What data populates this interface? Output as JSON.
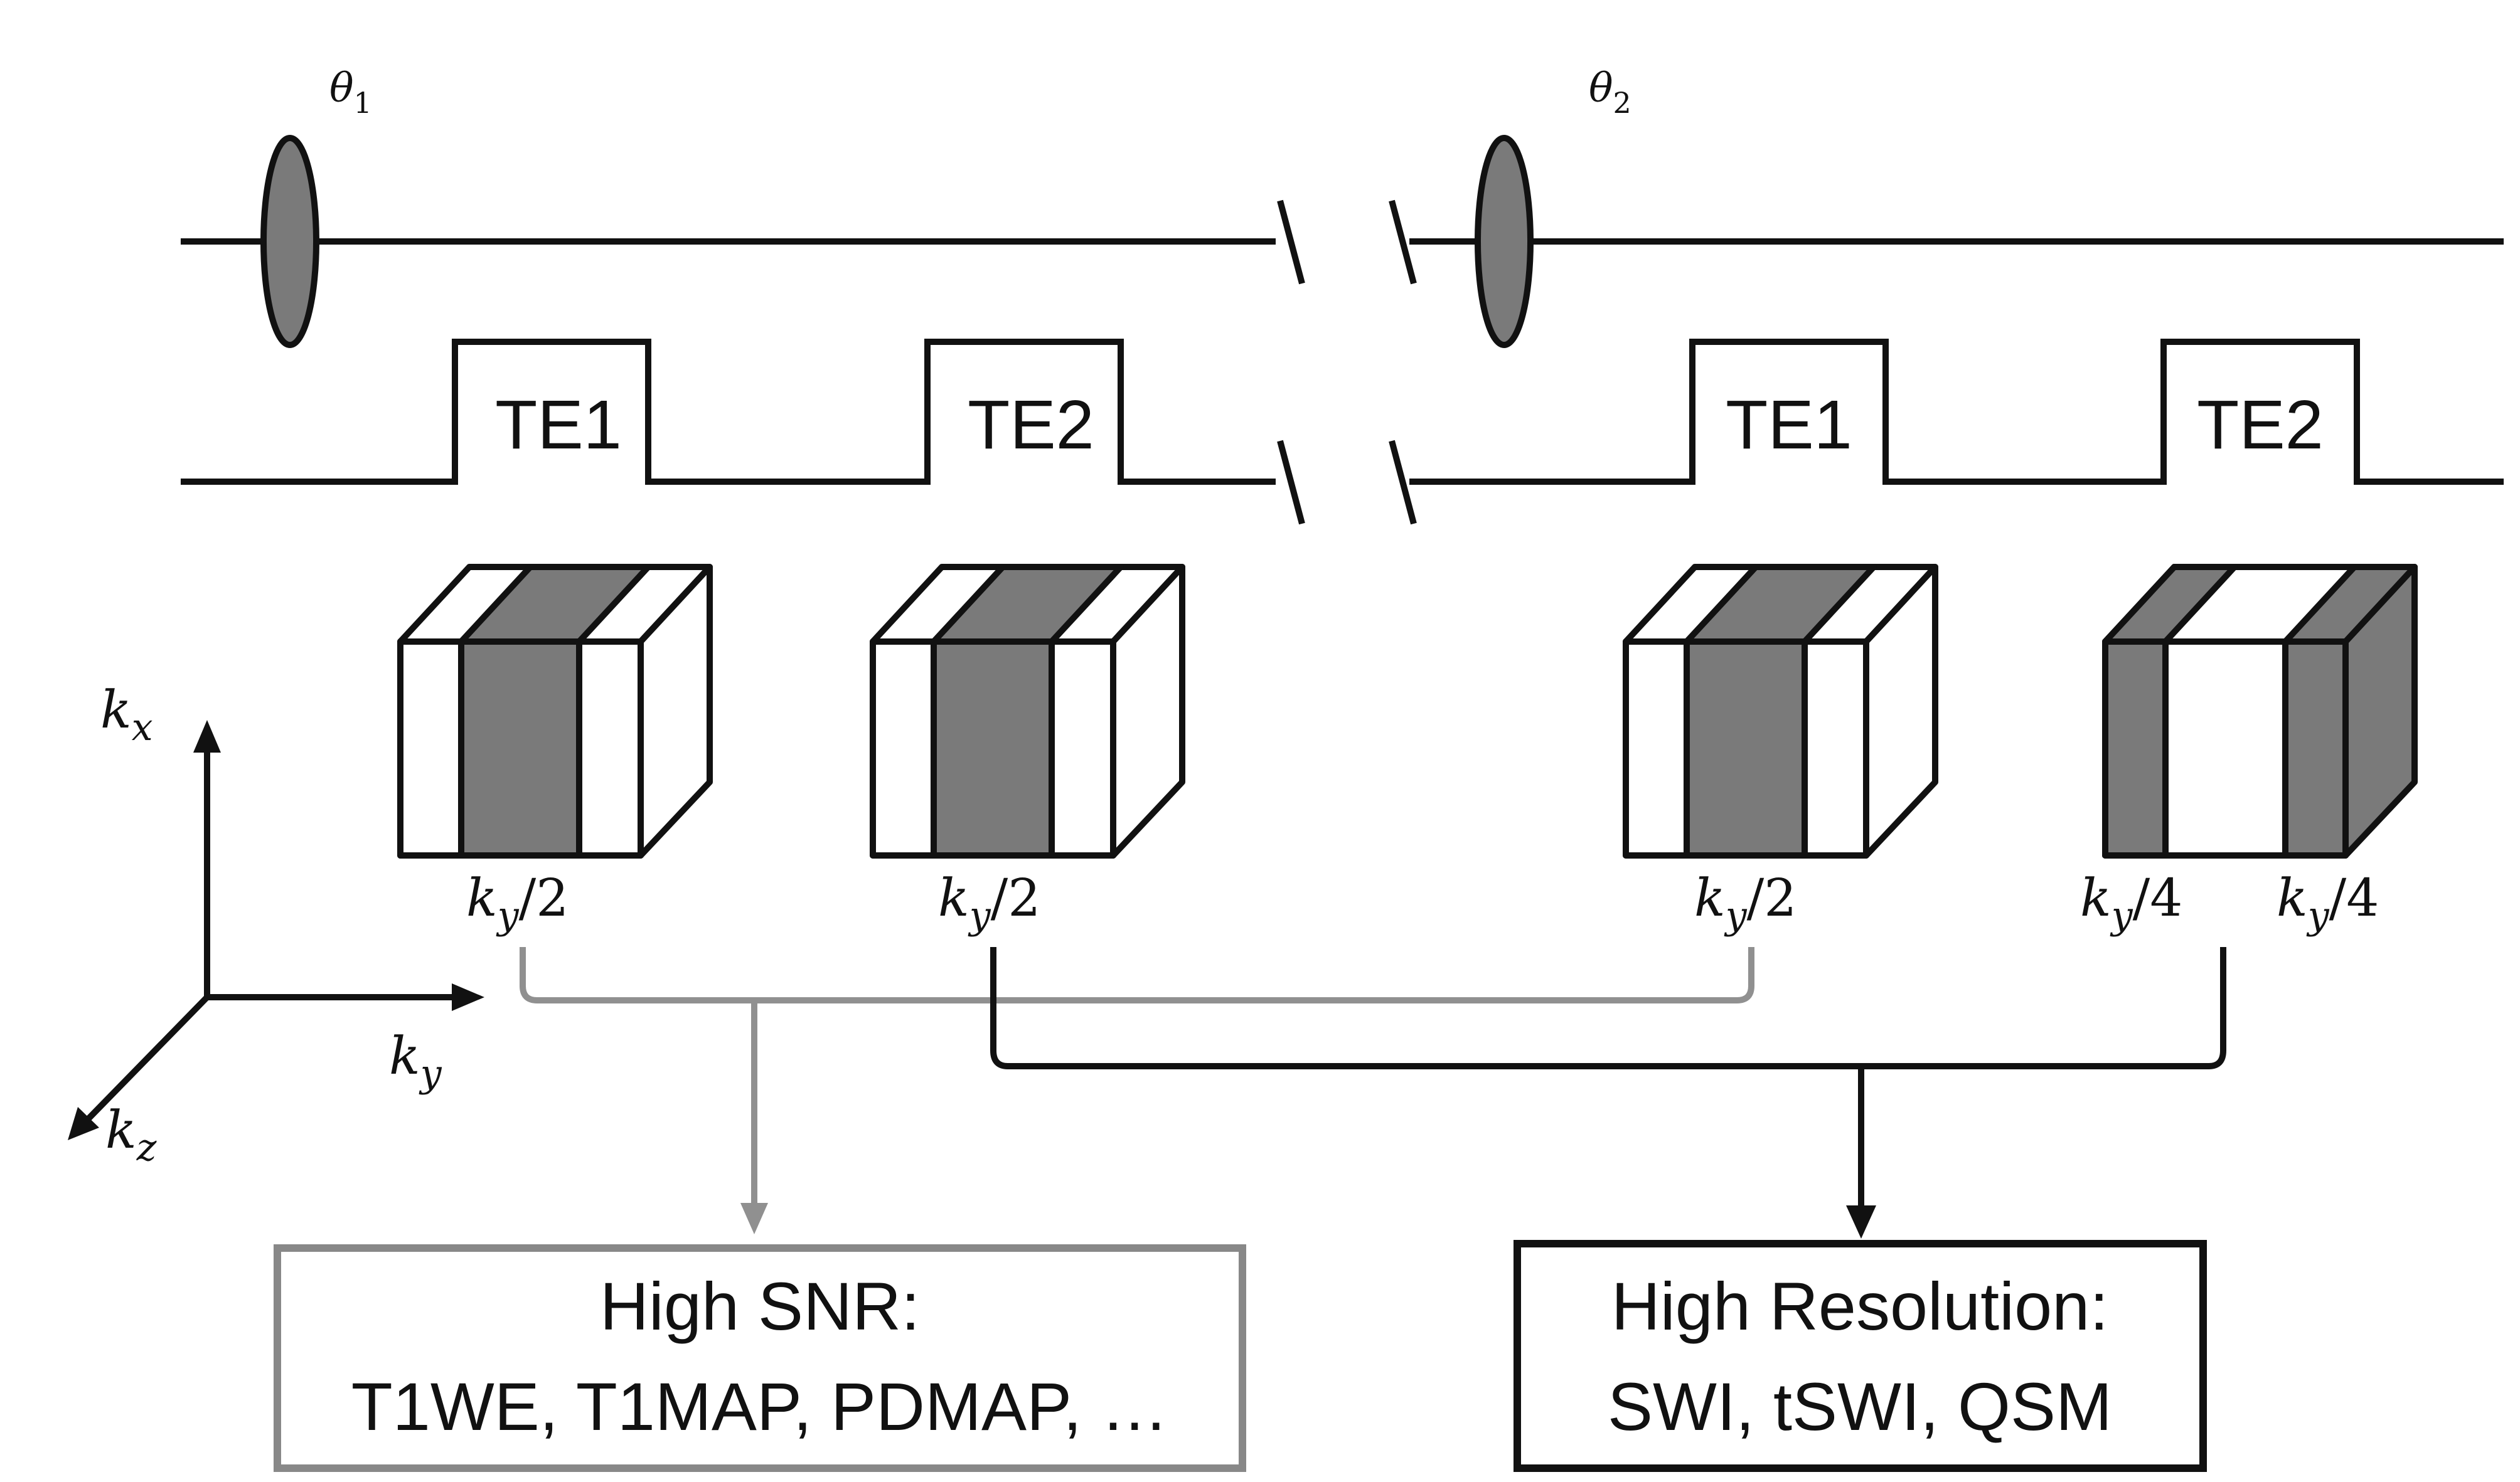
{
  "pulses": [
    {
      "label": "θ1",
      "label_base": "θ",
      "label_sub": "1"
    },
    {
      "label": "θ2",
      "label_base": "θ",
      "label_sub": "2"
    }
  ],
  "echoes": [
    {
      "label": "TE1"
    },
    {
      "label": "TE2"
    },
    {
      "label": "TE1"
    },
    {
      "label": "TE2"
    }
  ],
  "kspace_labels": [
    {
      "label": "ky/2",
      "base": "k",
      "sub": "y",
      "suffix": "/2"
    },
    {
      "label": "ky/2",
      "base": "k",
      "sub": "y",
      "suffix": "/2"
    },
    {
      "label": "ky/2",
      "base": "k",
      "sub": "y",
      "suffix": "/2"
    },
    {
      "label": "ky/4",
      "base": "k",
      "sub": "y",
      "suffix": "/4"
    },
    {
      "label": "ky/4",
      "base": "k",
      "sub": "y",
      "suffix": "/4"
    }
  ],
  "axes": {
    "kx": {
      "base": "k",
      "sub": "x"
    },
    "ky": {
      "base": "k",
      "sub": "y"
    },
    "kz": {
      "base": "k",
      "sub": "z"
    }
  },
  "outputs": {
    "snr": {
      "title": "High SNR:",
      "items": "T1WE, T1MAP, PDMAP, …",
      "color": "#888888"
    },
    "resolution": {
      "title": "High Resolution:",
      "items": "SWI, tSWI, QSM",
      "color": "#111111"
    }
  },
  "colors": {
    "fill_gray": "#7a7a7a",
    "line": "#111111",
    "snr_path": "#909090"
  }
}
